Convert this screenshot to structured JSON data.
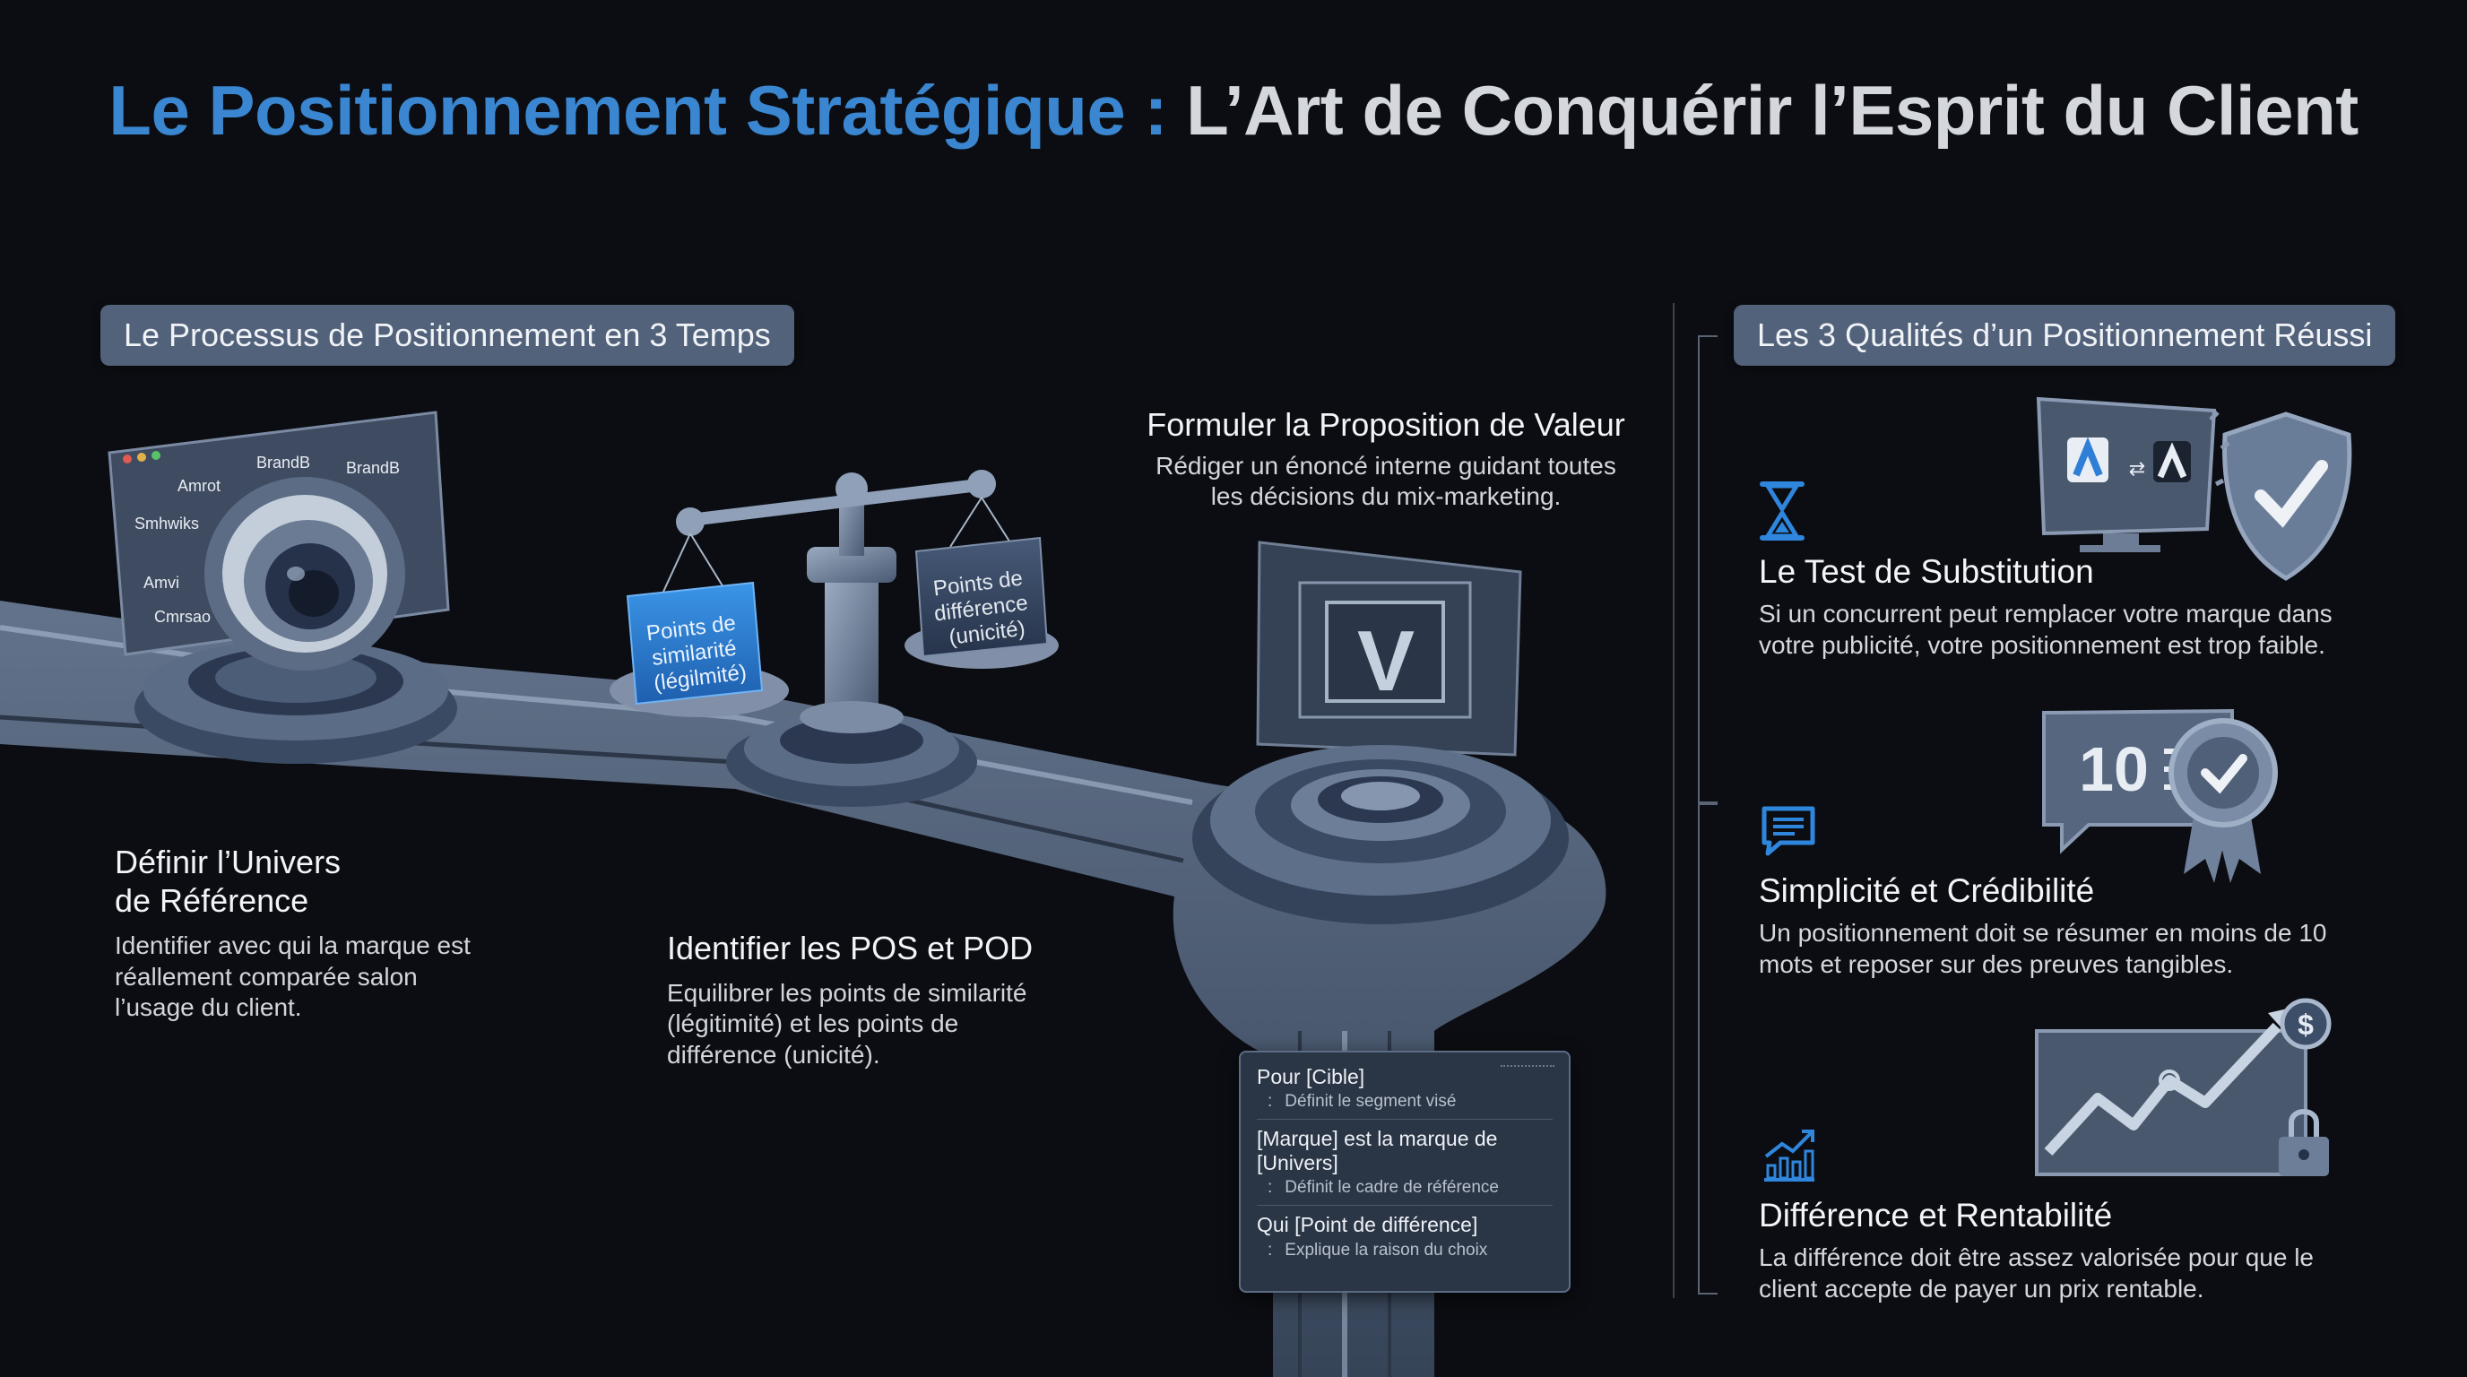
{
  "title": {
    "part1": "Le Positionnement Stratégique :",
    "part2": "L’Art de Conquérir l’Esprit du Client"
  },
  "left_section": {
    "pill": "Le Processus de Positionnement en 3 Temps",
    "steps": [
      {
        "title_line1": "Définir l’Univers",
        "title_line2": "de Référence",
        "desc_lines": [
          "Identifier avec qui la marque est",
          "réallement comparée salon",
          "l’usage du client."
        ]
      },
      {
        "title": "Identifier les POS et POD",
        "desc_lines": [
          "Equilibrer les points de similarité",
          "(légitimité) et les points de",
          "différence (unicité)."
        ]
      },
      {
        "title": "Formuler la Proposition de Valeur",
        "desc_lines": [
          "Rédiger un énoncé interne guidant toutes",
          "les décisions du mix-marketing."
        ]
      }
    ],
    "monitor_brands": [
      "BrandB",
      "BrandB",
      "Amrot",
      "Smhwiks",
      "Amvi",
      "Cmrsao"
    ],
    "scale_left_lines": [
      "Points de",
      "similarité",
      "(légilmité)"
    ],
    "scale_right_lines": [
      "Points de",
      "différence",
      "(unicité)"
    ],
    "screen_letter": "V",
    "template_card": {
      "rows": [
        {
          "label": "Pour [Cible]",
          "sub": "Définit le segment visé"
        },
        {
          "label": "[Marque] est la marque de [Univers]",
          "sub": "Définit le cadre de référence"
        },
        {
          "label": "Qui [Point de différence]",
          "sub": "Explique la raison du choix"
        }
      ],
      "bullet": ":"
    }
  },
  "right_section": {
    "pill": "Les 3 Qualités d’un Positionnement Réussi",
    "qualities": [
      {
        "icon": "hourglass-icon",
        "title": "Le Test de Substitution",
        "desc_lines": [
          "Si un concurrent peut remplacer votre marque dans",
          "votre publicité, votre positionnement est trop faible."
        ]
      },
      {
        "icon": "speech-bubble-icon",
        "title": "Simplicité et Crédibilité",
        "desc_lines": [
          "Un positionnement doit se résumer en moins de 10",
          "mots et reposer sur des preuves tangibles."
        ],
        "badge_number": "10"
      },
      {
        "icon": "growth-chart-icon",
        "title": "Différence et Rentabilité",
        "desc_lines": [
          "La différence doit être assez valorisée pour que le",
          "client accepte de payer un prix rentable."
        ],
        "coin_symbol": "$"
      }
    ]
  },
  "colors": {
    "background": "#0b0d12",
    "title_accent": "#3a86d0",
    "title_main": "#d4d7dc",
    "pill": "#52627a",
    "highlight_blue": "#2f7fd6",
    "metal": "#6f809a"
  }
}
